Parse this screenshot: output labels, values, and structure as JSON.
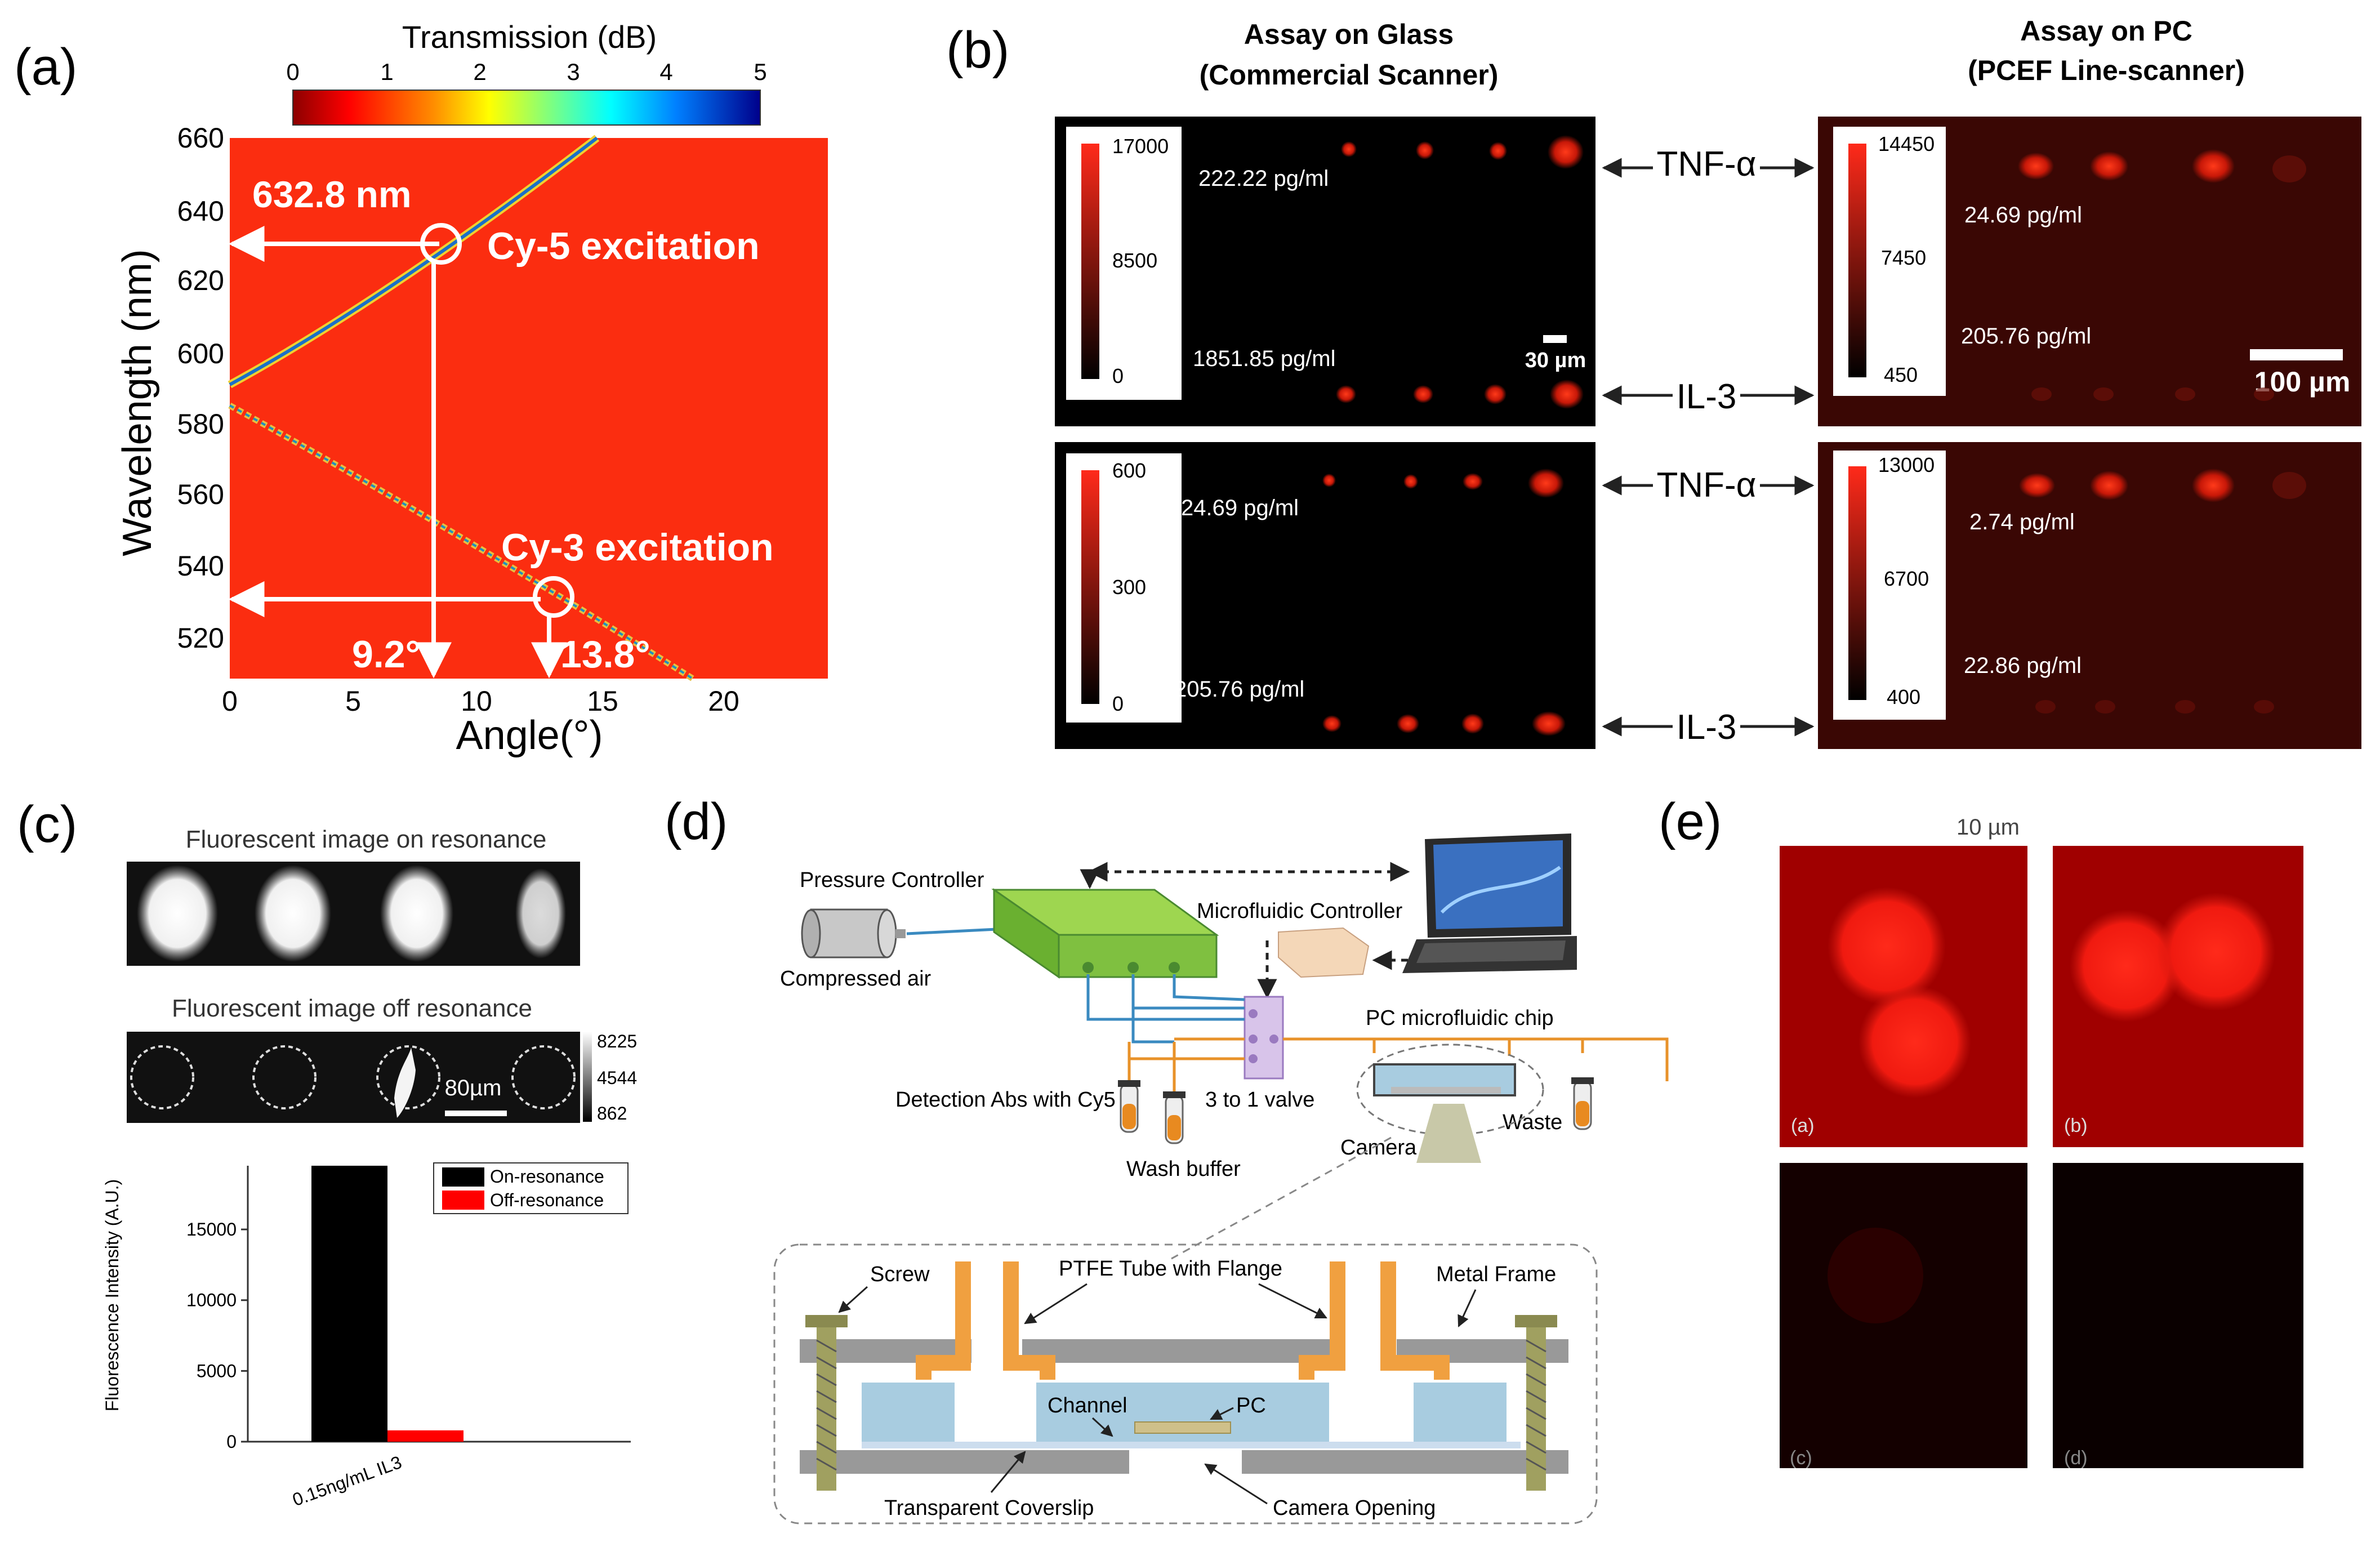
{
  "panel_labels": {
    "a": "(a)",
    "b": "(b)",
    "c": "(c)",
    "d": "(d)",
    "e": "(e)"
  },
  "panel_a": {
    "colorbar_title": "Transmission (dB)",
    "colorbar_ticks": [
      "0",
      "1",
      "2",
      "3",
      "4",
      "5"
    ],
    "ylabel": "Wavelength (nm)",
    "xlabel": "Angle(°)",
    "yticks": [
      "660",
      "640",
      "620",
      "600",
      "580",
      "560",
      "540",
      "520"
    ],
    "xticks": [
      "0",
      "5",
      "10",
      "15",
      "20"
    ],
    "annot_wavelength": "632.8 nm",
    "annot_cy5": "Cy-5 excitation",
    "annot_cy3": "Cy-3 excitation",
    "annot_angle1": "9.2°",
    "annot_angle2": "13.8°"
  },
  "panel_b": {
    "header_glass_1": "Assay on Glass",
    "header_glass_2": "(Commercial Scanner)",
    "header_pc_1": "Assay on PC",
    "header_pc_2": "(PCEF Line-scanner)",
    "tnf": "TNF-α",
    "il3": "IL-3",
    "g1_scale": [
      "17000",
      "8500",
      "0"
    ],
    "g1_conc_top": "222.22 pg/ml",
    "g1_conc_bot": "1851.85 pg/ml",
    "g1_scalebar": "30 µm",
    "g2_scale": [
      "600",
      "300",
      "0"
    ],
    "g2_conc_top": "24.69 pg/ml",
    "g2_conc_bot": "205.76 pg/ml",
    "p1_scale": [
      "14450",
      "7450",
      "450"
    ],
    "p1_conc_top": "24.69 pg/ml",
    "p1_conc_bot": "205.76 pg/ml",
    "p1_scalebar": "100 µm",
    "p2_scale": [
      "13000",
      "6700",
      "400"
    ],
    "p2_conc_top": "2.74 pg/ml",
    "p2_conc_bot": "22.86 pg/ml"
  },
  "panel_c": {
    "title_on": "Fluorescent image on resonance",
    "title_off": "Fluorescent image off resonance",
    "off_scale": [
      "8225",
      "4544",
      "862"
    ],
    "scalebar": "80µm",
    "chart_data": {
      "type": "bar",
      "categories": [
        "0.15ng/mL IL3"
      ],
      "series": [
        {
          "name": "On-resonance",
          "values": [
            19500
          ],
          "color": "#000000"
        },
        {
          "name": "Off-resonance",
          "values": [
            800
          ],
          "color": "#ff0000"
        }
      ],
      "xlabel": "",
      "ylabel": "Fluorescence Intensity (A.U.)",
      "ylim": [
        0,
        19500
      ],
      "yticks": [
        "0",
        "5000",
        "10000",
        "15000"
      ],
      "legend": "top-right"
    }
  },
  "panel_d": {
    "pressure_controller": "Pressure Controller",
    "compressed_air": "Compressed air",
    "microfluidic_controller": "Microfluidic Controller",
    "pc_chip": "PC microfluidic chip",
    "detection_abs": "Detection Abs with Cy5",
    "valve": "3 to 1 valve",
    "wash_buffer": "Wash buffer",
    "camera": "Camera",
    "waste": "Waste",
    "screw": "Screw",
    "ptfe": "PTFE Tube with Flange",
    "metal_frame": "Metal Frame",
    "channel": "Channel",
    "pc": "PC",
    "coverslip": "Transparent Coverslip",
    "camera_opening": "Camera Opening"
  },
  "panel_e": {
    "scalebar": "10 µm",
    "sub_a": "(a)",
    "sub_b": "(b)",
    "sub_c": "(c)",
    "sub_d": "(d)"
  }
}
